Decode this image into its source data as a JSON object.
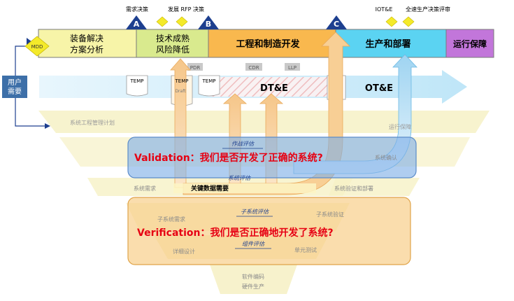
{
  "milestones": {
    "a_letter": "A",
    "b_letter": "B",
    "c_letter": "C",
    "demand_decision": "需求决策",
    "develop_rfp_decision": "发展 RFP 决策",
    "iote": "IOT&E",
    "full_rate_decision": "全速生产决策评审"
  },
  "phases": {
    "solution_analysis_line1": "装备解决",
    "solution_analysis_line2": "方案分析",
    "tech_maturation_line1": "技术成熟",
    "tech_maturation_line2": "风险降低",
    "emd": "工程和制造开发",
    "production": "生产和部署",
    "operations": "运行保障"
  },
  "mdd": "MDD",
  "user_needs_line1": "用户",
  "user_needs_line2": "需要",
  "reviews": {
    "temp1": "TEMP",
    "temp2": "TEMP",
    "temp3": "TEMP",
    "draft": "Draft",
    "pdr": "PDR",
    "cdr": "CDR",
    "llp": "LLP"
  },
  "test_bands": {
    "dte": "DT&E",
    "ote": "OT&E"
  },
  "vee": {
    "se_plan": "系统工程管理计划",
    "ops_assessment": "运行保障",
    "ops_eval": "作战评估",
    "system_confirm": "系统确认",
    "system_eval": "系统评估",
    "system_requirements": "系统需求",
    "key_data_needs": "关键数据需要",
    "system_verify_deploy": "系统验证和部署",
    "subsystem_requirements": "子系统需求",
    "subsystem_eval": "子系统评估",
    "subsystem_verify": "子系统验证",
    "detailed_design": "详细设计",
    "component_eval": "组件评估",
    "unit_test": "单元测试",
    "software_coding": "软件编码",
    "hardware_production": "硬件生产"
  },
  "validation_text": "Validation：我们是否开发了正确的系统?",
  "verification_text": "Verification：我们是否正确地开发了系统?",
  "colors": {
    "solution_analysis": "#f7f4a8",
    "tech_maturation": "#d9ea8e",
    "emd": "#f9b84e",
    "production": "#5bd3f2",
    "operations": "#c276da",
    "milestone_dark": "#1d3f8f",
    "diamond": "#f4ea2a",
    "validation_box": "#7eaee6",
    "verification_box": "#f7c87a",
    "callout_red": "#e60012",
    "user_box": "#3d6fa8"
  }
}
